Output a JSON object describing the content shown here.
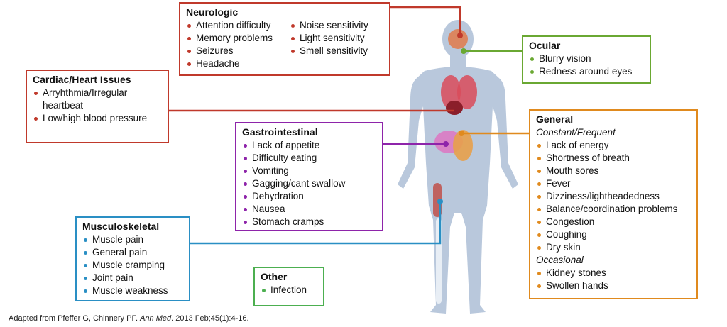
{
  "colors": {
    "neurologic": "#c0392b",
    "cardiac": "#c0392b",
    "ocular": "#6aa832",
    "gastrointestinal": "#8e24aa",
    "general": "#e08a1e",
    "musculoskeletal": "#2a8fc4",
    "other": "#4caf50",
    "body": "#b9c8dc"
  },
  "neurologic": {
    "title": "Neurologic",
    "col1": [
      "Attention difficulty",
      "Memory problems",
      "Seizures",
      "Headache"
    ],
    "col2": [
      "Noise sensitivity",
      "Light sensitivity",
      "Smell sensitivity"
    ]
  },
  "ocular": {
    "title": "Ocular",
    "items": [
      "Blurry vision",
      "Redness around eyes"
    ]
  },
  "cardiac": {
    "title": "Cardiac/Heart Issues",
    "items": [
      "Arryhthmia/Irregular heartbeat",
      "Low/high blood pressure"
    ]
  },
  "gastrointestinal": {
    "title": "Gastrointestinal",
    "items": [
      "Lack of appetite",
      "Difficulty eating",
      "Vomiting",
      "Gagging/cant swallow",
      "Dehydration",
      "Nausea",
      "Stomach cramps"
    ]
  },
  "general": {
    "title": "General",
    "sub1": "Constant/Frequent",
    "items1": [
      "Lack of energy",
      "Shortness of breath",
      "Mouth sores",
      "Fever",
      "Dizziness/lightheadedness",
      "Balance/coordination problems",
      "Congestion",
      "Coughing",
      "Dry skin"
    ],
    "sub2": "Occasional",
    "items2": [
      "Kidney stones",
      "Swollen hands"
    ]
  },
  "musculoskeletal": {
    "title": "Musculoskeletal",
    "items": [
      "Muscle pain",
      "General pain",
      "Muscle cramping",
      "Joint pain",
      "Muscle weakness"
    ]
  },
  "other": {
    "title": "Other",
    "items": [
      "Infection"
    ]
  },
  "caption": {
    "pre": "Adapted from Pfeffer G, Chinnery PF. ",
    "journal": "Ann Med",
    "post": ". 2013 Feb;45(1):4-16."
  }
}
